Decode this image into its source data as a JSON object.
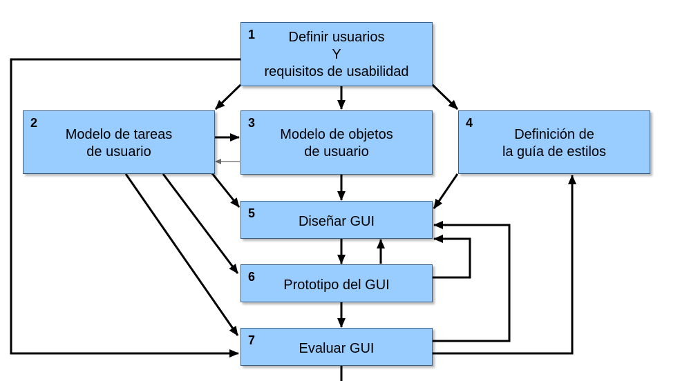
{
  "colors": {
    "box_fill": "#99ccff",
    "box_border": "#3a5f86",
    "line": "#000000",
    "thin_line": "#666666"
  },
  "boxes": {
    "define_users": {
      "number": "1",
      "lines": [
        "Definir usuarios",
        "Y",
        "requisitos de usabilidad"
      ]
    },
    "task_model": {
      "number": "2",
      "lines": [
        "Modelo de tareas",
        "de usuario"
      ]
    },
    "object_model": {
      "number": "3",
      "lines": [
        "Modelo de objetos",
        "de usuario"
      ]
    },
    "style_guide": {
      "number": "4",
      "lines": [
        "Definición de",
        "la guía de estilos"
      ]
    },
    "design_gui": {
      "number": "5",
      "lines": [
        "Diseñar GUI"
      ]
    },
    "prototype": {
      "number": "6",
      "lines": [
        "Prototipo del GUI"
      ]
    },
    "evaluate": {
      "number": "7",
      "lines": [
        "Evaluar GUI"
      ]
    }
  }
}
